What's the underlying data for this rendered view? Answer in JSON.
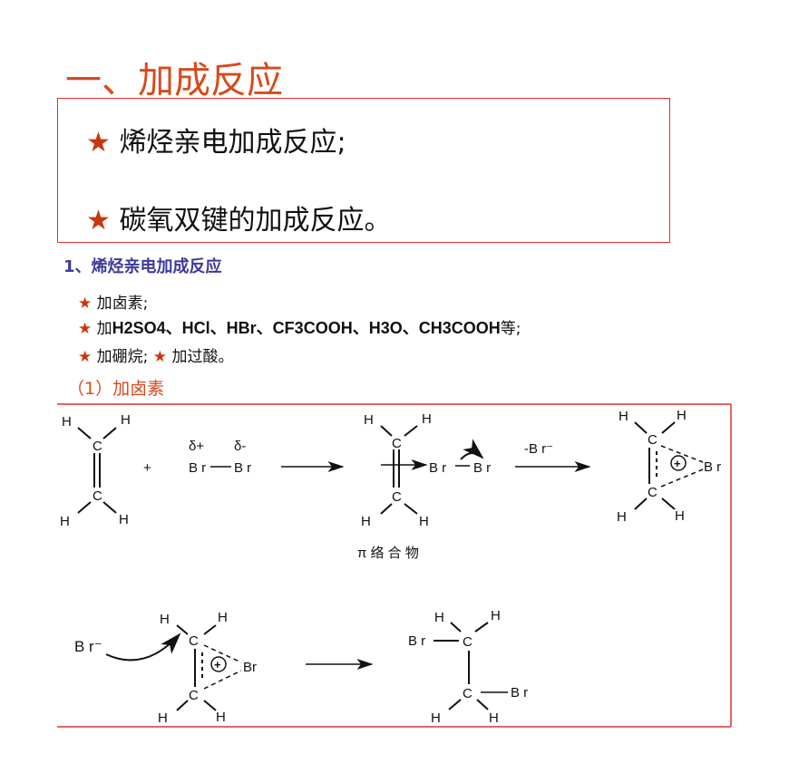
{
  "title": "一、加成反应",
  "box_items": [
    "烯烃亲电加成反应;",
    "碳氧双键的加成反应。"
  ],
  "star": "★",
  "subheading": "1、烯烃亲电加成反应",
  "bullets": {
    "b1": "加卤素;",
    "b2_prefix": "加",
    "b2_bold": "H2SO4、HCl、HBr、CF3COOH、H3O、CH3COOH",
    "b2_suffix": "等;",
    "b3a": "加硼烷;",
    "b3b": "加过酸。"
  },
  "section": "（1）加卤素",
  "chem": {
    "H": "H",
    "C": "C",
    "Br": "B r",
    "Br2": "Br",
    "plus": "+",
    "delta_plus": "δ+",
    "delta_minus": "δ-",
    "minus_br": "-B r⁻",
    "br_minus": "B r⁻",
    "pi_complex": "π 络 合 物",
    "oplus": "+"
  },
  "colors": {
    "title": "#d84a1b",
    "border": "#e03030",
    "subheading": "#3c3a9a"
  }
}
